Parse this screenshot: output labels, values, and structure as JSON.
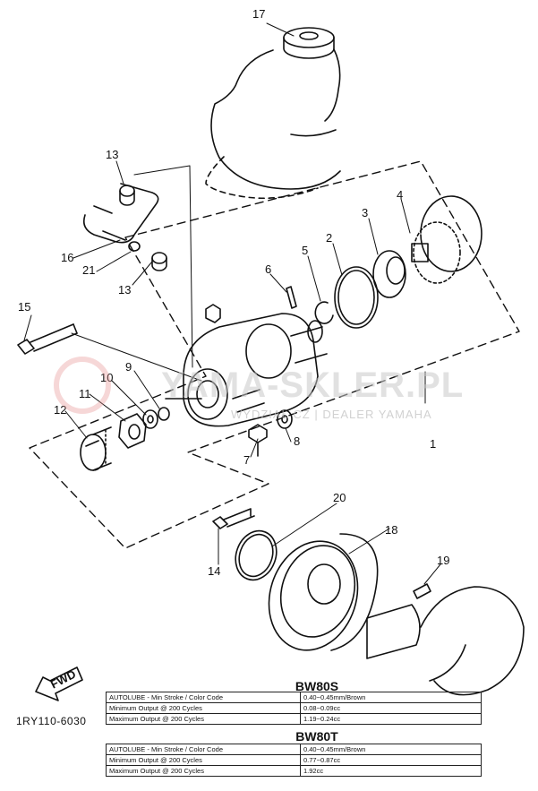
{
  "callouts": [
    "17",
    "13",
    "16",
    "21",
    "13",
    "15",
    "1",
    "2",
    "3",
    "4",
    "5",
    "6",
    "7",
    "8",
    "9",
    "10",
    "11",
    "12",
    "14",
    "18",
    "19",
    "20"
  ],
  "watermark": {
    "main": "YAMA-SKLER.PL",
    "sub": "WYDZIAŁ CZ | DEALER YAMAHA"
  },
  "direction_icon": {
    "label": "FWD"
  },
  "reference_code": "1RY110-6030",
  "tables": [
    {
      "model": "BW80S",
      "rows": [
        {
          "label": "AUTOLUBE - Min Stroke / Color Code",
          "value": "0.40~0.45mm/Brown"
        },
        {
          "label": "Minimum Output @ 200 Cycles",
          "value": "0.08~0.09cc"
        },
        {
          "label": "Maximum Output @ 200 Cycles",
          "value": "1.19~0.24cc"
        }
      ]
    },
    {
      "model": "BW80T",
      "rows": [
        {
          "label": "AUTOLUBE - Min Stroke / Color Code",
          "value": "0.40~0.45mm/Brown"
        },
        {
          "label": "Minimum Output @ 200 Cycles",
          "value": "0.77~0.87cc"
        },
        {
          "label": "Maximum Output @ 200 Cycles",
          "value": "1.92cc"
        }
      ]
    }
  ]
}
